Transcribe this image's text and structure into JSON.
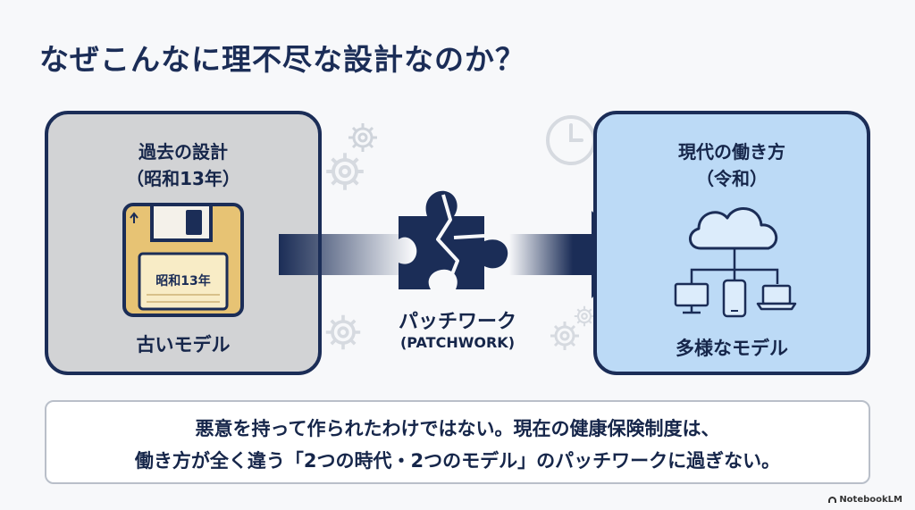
{
  "title": "なぜこんなに理不尽な設計なのか？",
  "left_card": {
    "heading_line1": "過去の設計",
    "heading_line2": "（昭和13年）",
    "disk_label": "昭和13年",
    "caption": "古いモデル",
    "icon": "floppy-disk-icon",
    "background": "#d2d3d5"
  },
  "center": {
    "label_jp": "パッチワーク",
    "label_en": "(PATCHWORK)",
    "icon": "puzzle-piece-icon"
  },
  "right_card": {
    "heading_line1": "現代の働き方",
    "heading_line2": "（令和）",
    "caption": "多様なモデル",
    "icon": "cloud-network-icon",
    "background": "#bcdaf6"
  },
  "bottom": {
    "line1": "悪意を持って作られたわけではない。現在の健康保険制度は、",
    "line2": "働き方が全く違う「2つの時代・2つのモデル」のパッチワークに過ぎない。"
  },
  "brand": "NotebookLM",
  "colors": {
    "navy": "#1b2d57",
    "page_background": "#f7f8fa"
  }
}
